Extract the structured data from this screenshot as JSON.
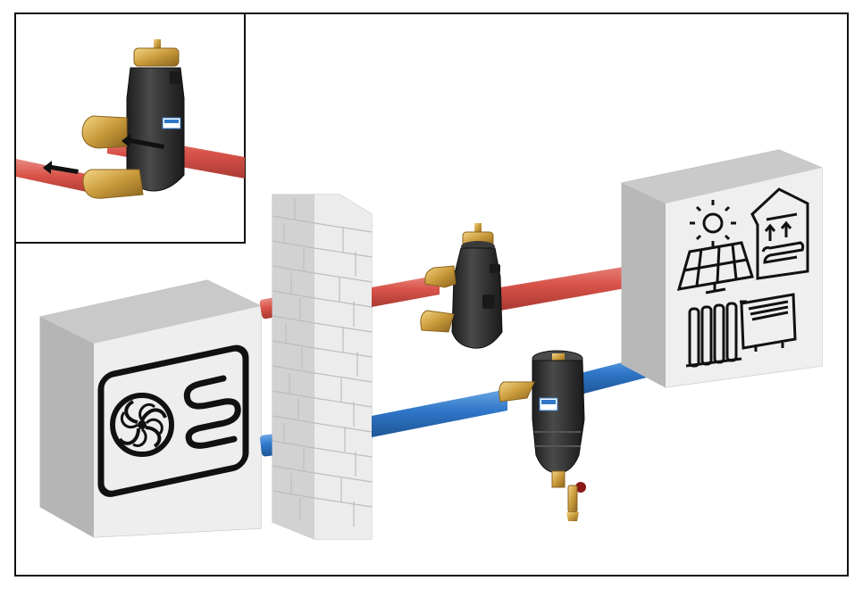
{
  "diagram": {
    "subject": "heat-pump-hydronic-installation",
    "components": [
      {
        "name": "outdoor-heat-pump-unit",
        "icon": "fan-and-coil-icon"
      },
      {
        "name": "building-wall",
        "icon": "brick-wall-icon"
      },
      {
        "name": "air-separator-supply-line",
        "icon": "air-vent-valve-icon"
      },
      {
        "name": "dirt-magnetite-separator-return-line",
        "icon": "dirt-separator-icon"
      },
      {
        "name": "indoor-heating-system",
        "icons": [
          "sun-icon",
          "solar-panel-icon",
          "house-storage-tank-icon",
          "radiator-icon",
          "wall-heater-icon"
        ]
      }
    ],
    "inset": {
      "subject": "air-separator-detail",
      "flow_arrows": 2
    },
    "colors": {
      "supply_pipe": "#d9534a",
      "return_pipe": "#2f77c9",
      "fitting_brass": "#c99a3a",
      "separator_body": "#2e2e2e",
      "block_face": "#eeeeee",
      "outline": "#111111"
    }
  }
}
